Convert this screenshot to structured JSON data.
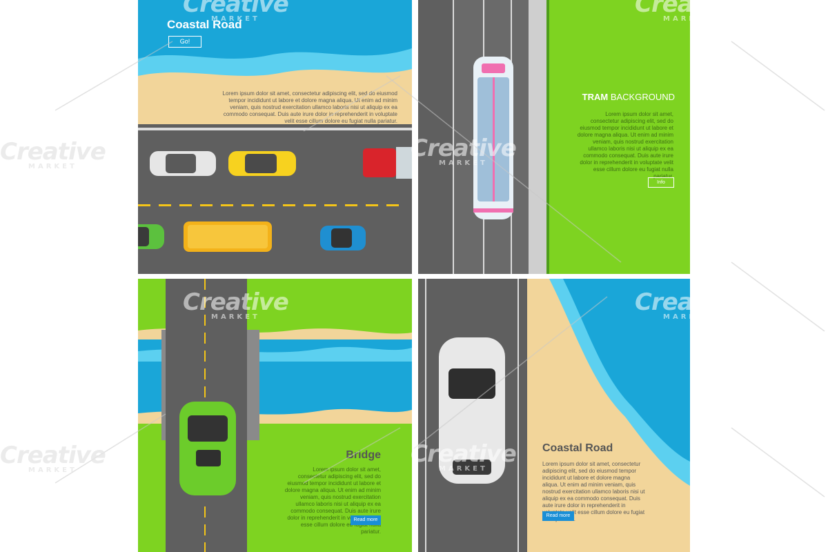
{
  "panels": {
    "coastal_top": {
      "title": "Coastal Road",
      "button_label": "Go!",
      "body": "Lorem ipsum dolor sit amet, consectetur adipiscing elit, sed do eiusmod tempor incididunt ut labore et dolore magna aliqua. Ut enim ad minim veniam, quis nostrud exercitation ullamco laboris nisi ut aliquip ex ea commodo consequat. Duis aute irure dolor in reprehenderit in voluptate velit esse cillum dolore eu fugiat nulla pariatur."
    },
    "tram": {
      "title_bold": "TRAM",
      "title_light": "BACKGROUND",
      "body": "Lorem ipsum dolor sit amet, consectetur adipiscing elit, sed do eiusmod tempor incididunt ut labore et dolore magna aliqua. Ut enim ad minim veniam, quis nostrud exercitation ullamco laboris nisi ut aliquip ex ea commodo consequat. Duis aute irure dolor in reprehenderit in voluptate velit esse cillum dolore eu fugiat nulla pariatur.",
      "button_label": "Info"
    },
    "bridge": {
      "title": "Bridge",
      "body": "Lorem ipsum dolor sit amet, consectetur adipiscing elit, sed do eiusmod tempor incididunt ut labore et dolore magna aliqua. Ut enim ad minim veniam, quis nostrud exercitation ullamco laboris nisi ut aliquip ex ea commodo consequat. Duis aute irure dolor in reprehenderit in voluptate velit esse cillum dolore eu fugiat nulla pariatur.",
      "button_label": "Read more"
    },
    "coastal_bottom": {
      "title": "Coastal Road",
      "body": "Lorem ipsum dolor sit amet, consectetur adipiscing elit, sed do eiusmod tempor incididunt ut labore et dolore magna aliqua. Ut enim ad minim veniam, quis nostrud exercitation ullamco laboris nisi ut aliquip ex ea commodo consequat. Duis aute irure dolor in reprehenderit in voluptate velit esse cillum dolore eu fugiat nulla pariatur.",
      "button_label": "Read more"
    }
  },
  "watermark": {
    "word": "Creative",
    "sub": "MARKET"
  },
  "colors": {
    "sea": "#1aa6d8",
    "sea_light": "#5cd0f0",
    "sand": "#f2d59a",
    "road": "#5f5f5f",
    "grass": "#7ed321",
    "grass_dark": "#4caf50",
    "button_blue": "#1a8fd6"
  },
  "icons": [
    "car-white-icon",
    "car-yellow-icon",
    "truck-red-icon",
    "car-green-icon",
    "bus-yellow-icon",
    "car-blue-icon",
    "tram-icon",
    "car-green-top-icon",
    "car-silver-icon"
  ]
}
